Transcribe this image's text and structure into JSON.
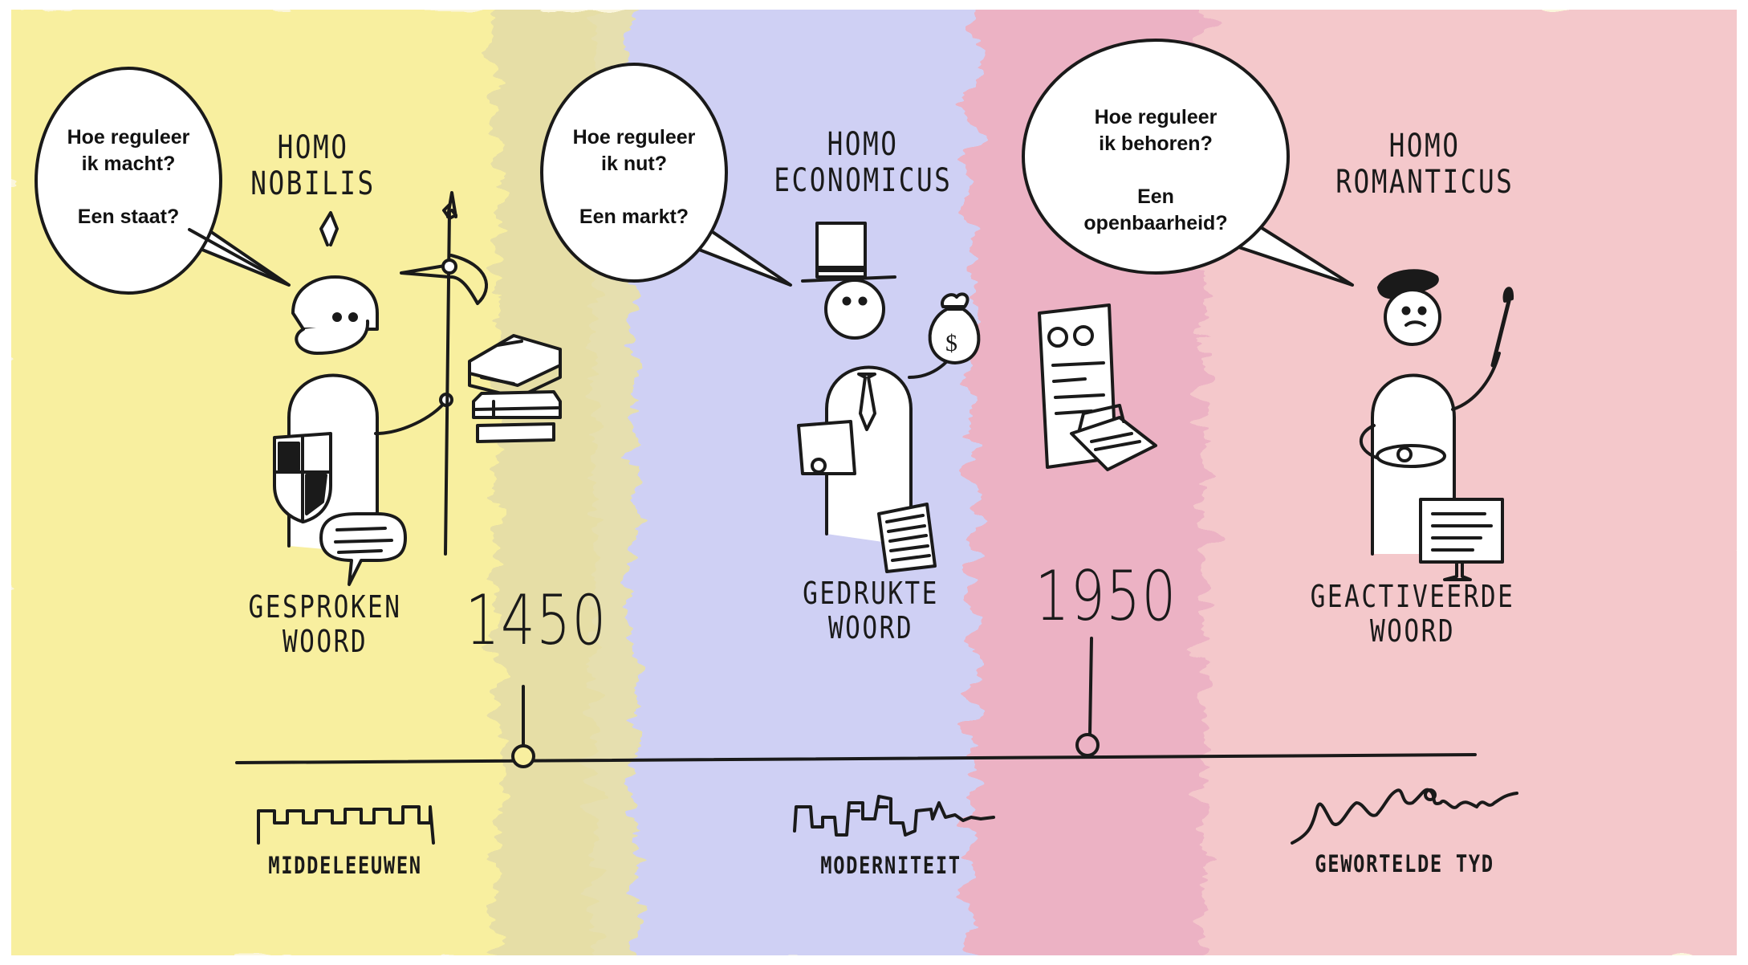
{
  "colors": {
    "band_yellow": "#f8ef9f",
    "band_blue": "#cfd0f4",
    "band_pink": "#f2c3c9",
    "ink": "#1a1a1a"
  },
  "figures": [
    {
      "title_line1": "HOMO",
      "title_line2": "NOBILIS",
      "bubble": {
        "line1": "Hoe reguleer",
        "line2": "ik macht?",
        "line3": "Een staat?"
      },
      "medium_line1": "GESPROKEN",
      "medium_line2": "WOORD",
      "era": "MIDDELEEUWEN",
      "icons": [
        "knight-figure",
        "halberd-icon",
        "shield-icon",
        "speech-bubble-icon",
        "castle-wall-icon"
      ]
    },
    {
      "title_line1": "HOMO",
      "title_line2": "ECONOMICUS",
      "bubble": {
        "line1": "Hoe reguleer",
        "line2": "ik nut?",
        "line3": "Een markt?"
      },
      "medium_line1": "GEDRUKTE",
      "medium_line2": "WOORD",
      "era": "MODERNITEIT",
      "icons": [
        "top-hat-figure",
        "money-bag-icon",
        "newspaper-icon",
        "city-skyline-icon"
      ]
    },
    {
      "title_line1": "HOMO",
      "title_line2": "ROMANTICUS",
      "bubble": {
        "line1": "Hoe reguleer",
        "line2": "ik behoren?",
        "line3": "Een",
        "line4": "openbaarheid?"
      },
      "medium_line1": "GEACTIVEERDE",
      "medium_line2": "WOORD",
      "era": "GEWORTELDE TYD",
      "icons": [
        "artist-figure",
        "paintbrush-icon",
        "computer-monitor-icon",
        "organic-landscape-icon"
      ]
    }
  ],
  "timeline": {
    "years": [
      "1450",
      "1950"
    ],
    "icons": [
      "book-stack-icon",
      "computer-documents-icon"
    ]
  }
}
